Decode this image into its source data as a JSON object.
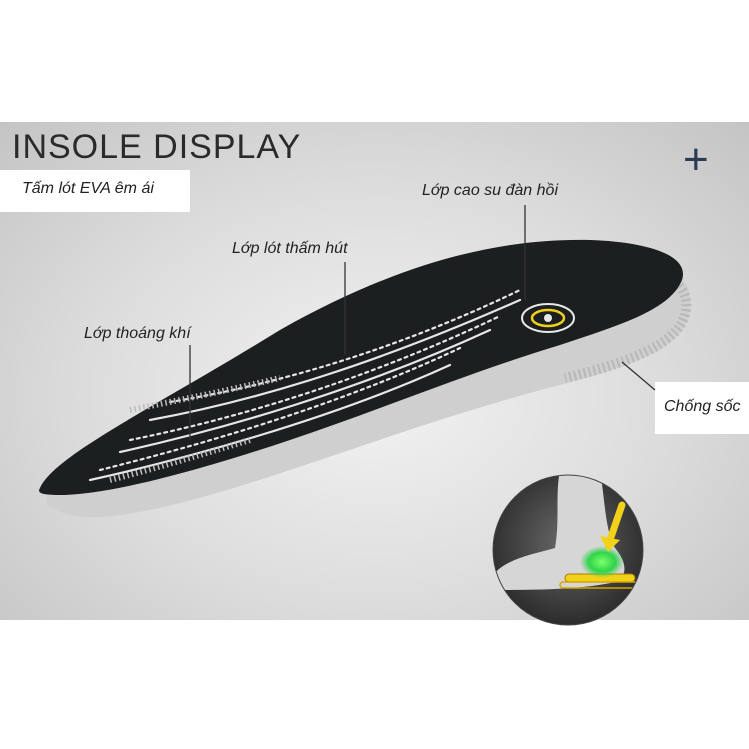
{
  "title": "INSOLE DISPLAY",
  "plus_icon": "plus-icon",
  "labels": {
    "eva": "Tấm lót EVA êm ái",
    "rubber": "Lớp cao su đàn hồi",
    "absorb": "Lớp lót thấm hút",
    "breathable": "Lớp thoáng khí",
    "shock": "Chống sốc"
  },
  "colors": {
    "insole_top": "#1c1f20",
    "insole_base": "#cfcfcf",
    "accent_yellow": "#f1d11a",
    "accent_green": "#2fd44a",
    "title": "#2a2a2a",
    "plus": "#2b3a55"
  }
}
